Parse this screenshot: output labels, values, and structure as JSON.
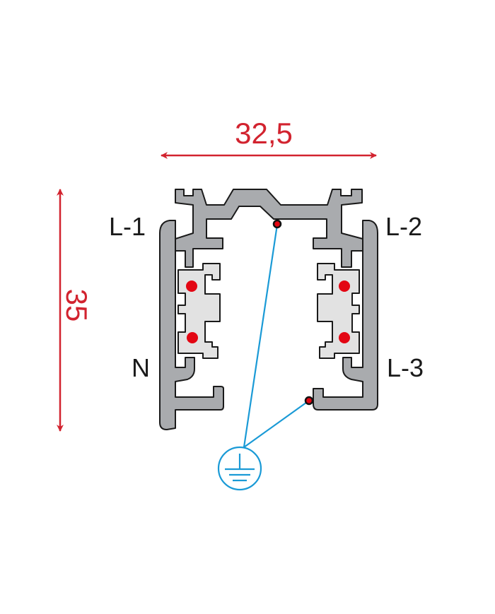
{
  "dimensions": {
    "width_label": "32,5",
    "height_label": "35"
  },
  "conductor_labels": {
    "l1": "L-1",
    "l2": "L-2",
    "l3": "L-3",
    "neutral": "N"
  },
  "colors": {
    "dimension": "#d2232f",
    "profile": "#a9abae",
    "insulator": "#e2e2e2",
    "conductor": "#e30613",
    "earth": "#1a9ad6"
  },
  "icons": {
    "earth": "earth-ground-symbol"
  }
}
